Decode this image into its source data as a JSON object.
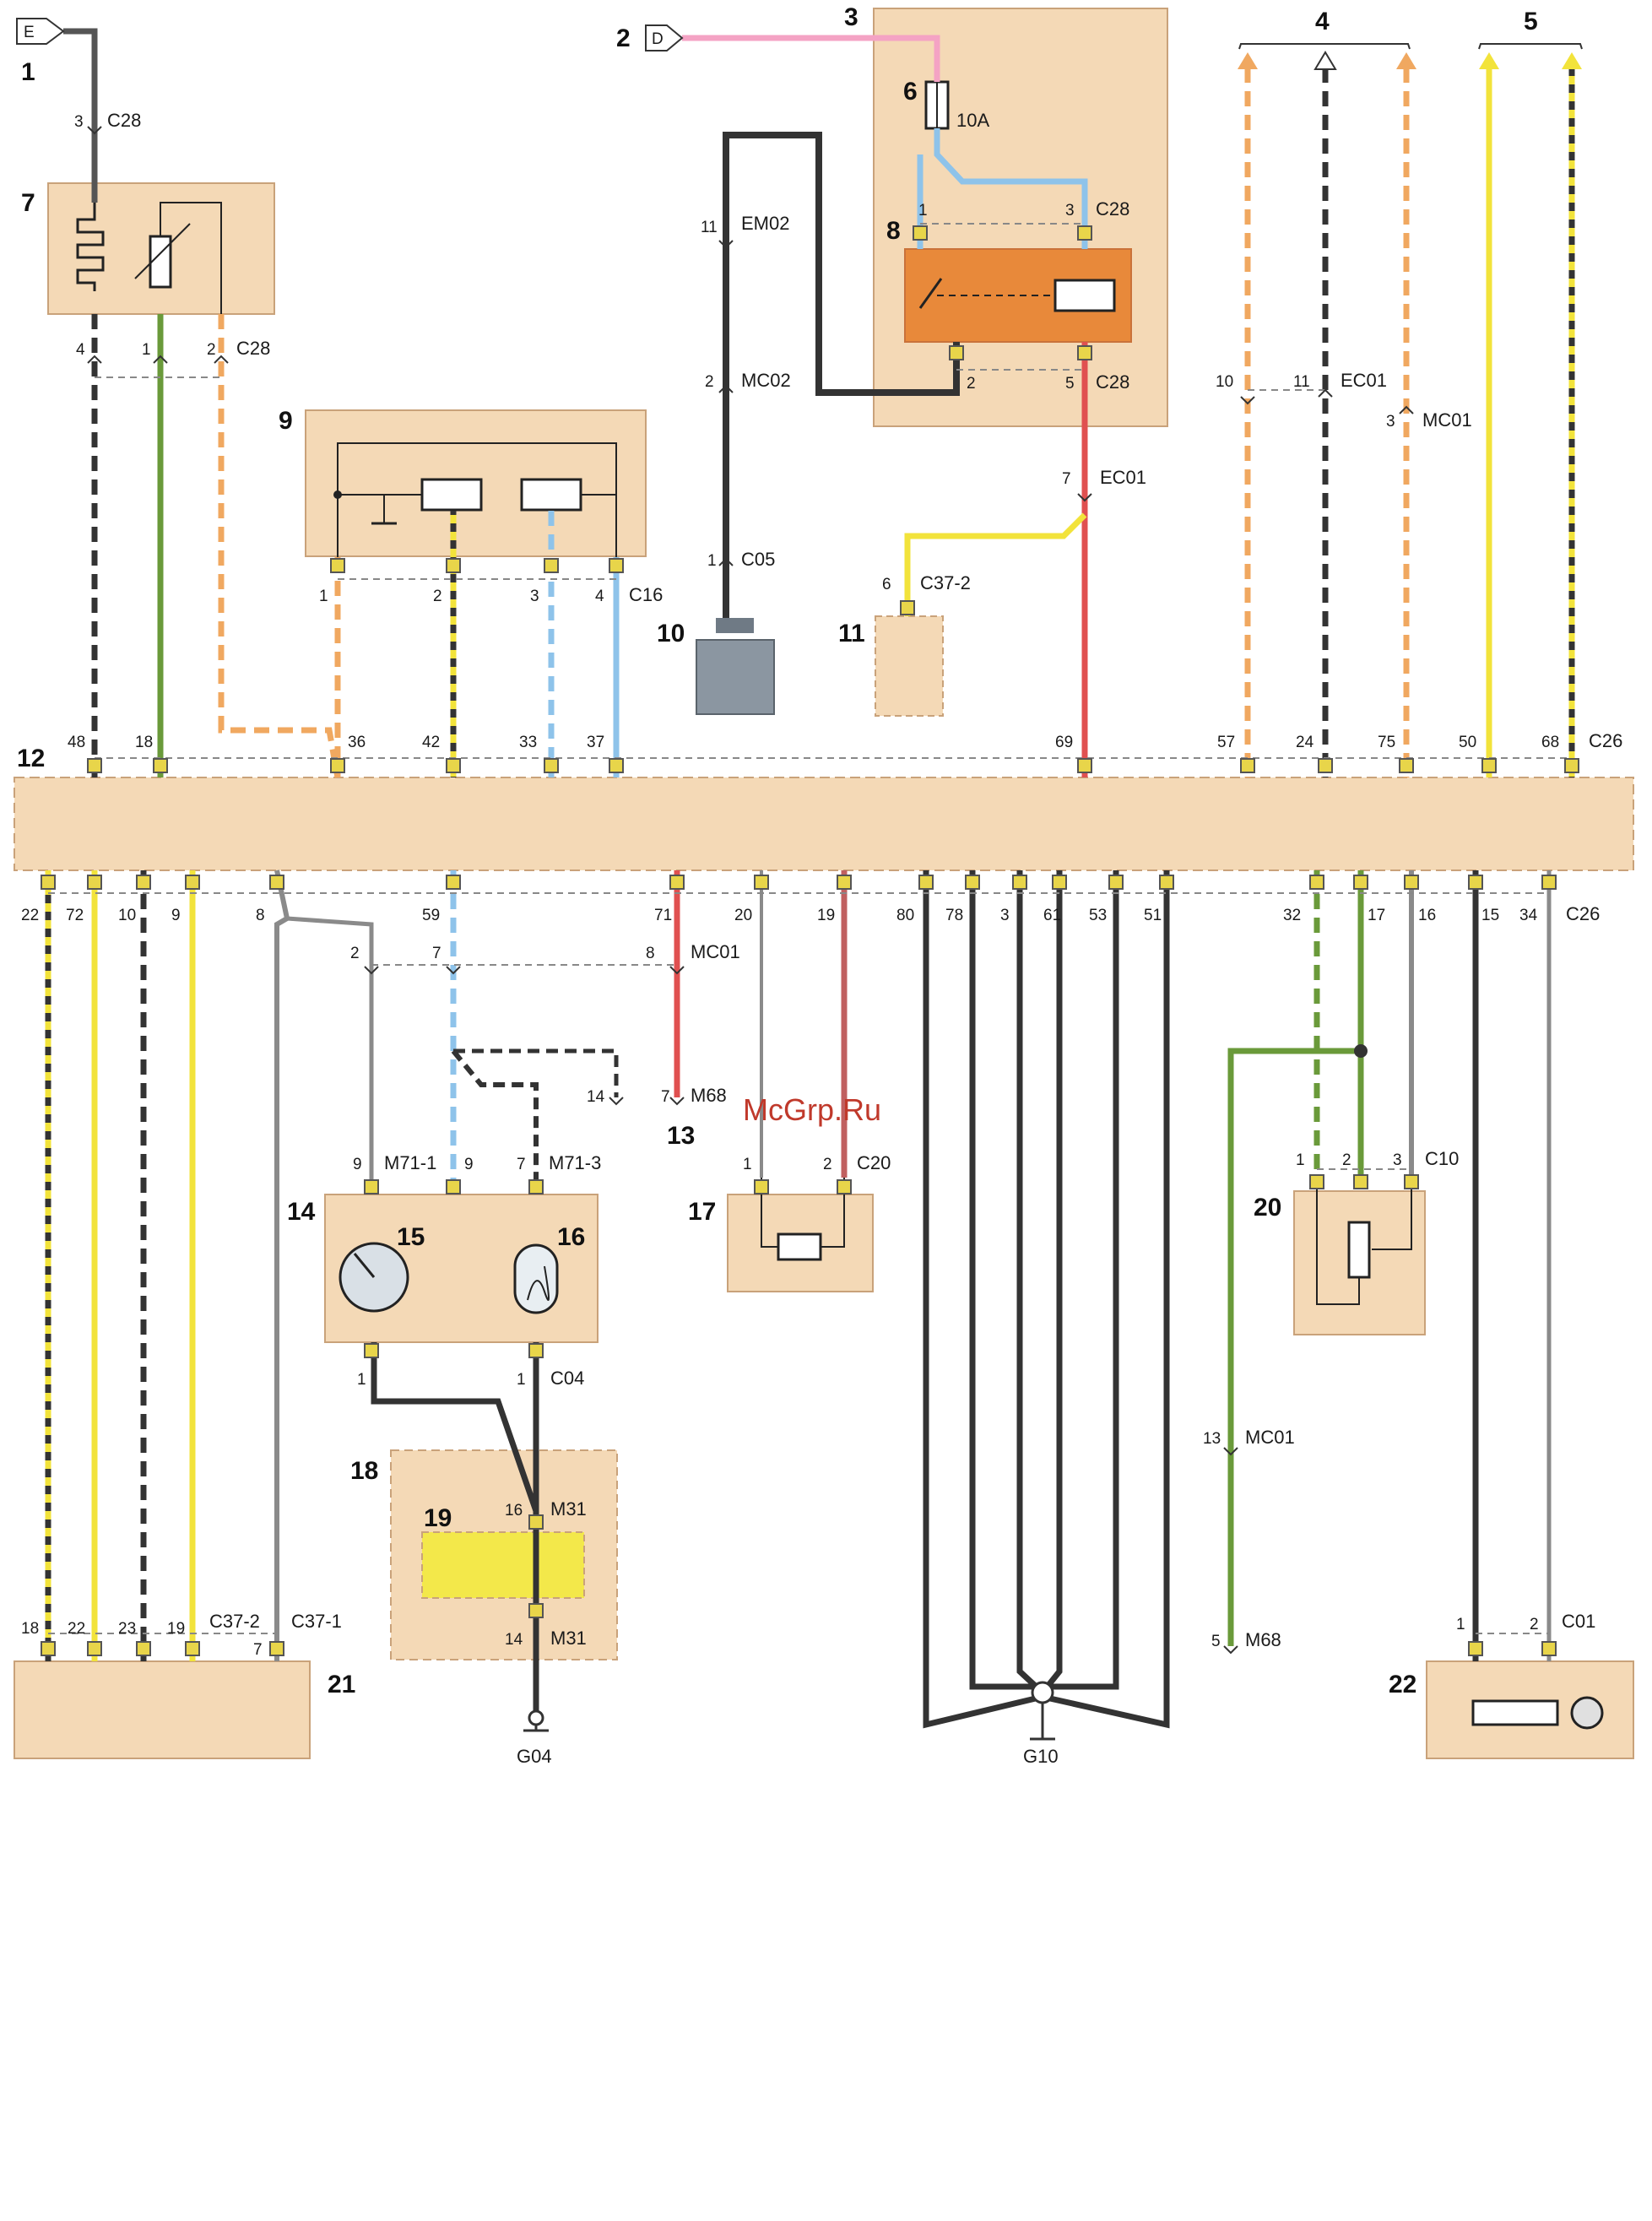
{
  "components": {
    "c1": "1",
    "c2": "2",
    "c3": "3",
    "c4": "4",
    "c5": "5",
    "c6": "6",
    "c7": "7",
    "c8": "8",
    "c9": "9",
    "c10": "10",
    "c11": "11",
    "c12": "12",
    "c13": "13",
    "c14": "14",
    "c15": "15",
    "c16": "16",
    "c17": "17",
    "c18": "18",
    "c19": "19",
    "c20": "20",
    "c21": "21",
    "c22": "22"
  },
  "terminals": {
    "e": "E",
    "d": "D"
  },
  "fuse": {
    "rating": "10A"
  },
  "connectors": {
    "c28": "C28",
    "em02": "EM02",
    "mc02": "MC02",
    "c05": "C05",
    "ec01": "EC01",
    "mc01": "MC01",
    "c37_2": "C37-2",
    "c16": "C16",
    "c26": "C26",
    "m68": "M68",
    "m71_1": "M71-1",
    "m71_3": "M71-3",
    "c20": "C20",
    "c10": "C10",
    "c04": "C04",
    "m31": "M31",
    "c37_1": "C37-1",
    "c01": "C01"
  },
  "grounds": {
    "g04": "G04",
    "g10": "G10"
  },
  "pins": {
    "p_c28_3": "3",
    "p_7_4": "4",
    "p_7_1": "1",
    "p_7_2": "2",
    "p_8_1": "1",
    "p_8_3": "3",
    "p_8_2": "2",
    "p_8_5": "5",
    "p_em02": "11",
    "p_mc02": "2",
    "p_c05": "1",
    "p_ec01_7": "7",
    "p_c37_6": "6",
    "p_4_10": "10",
    "p_4_11": "11",
    "p_4_3": "3",
    "p_9_1": "1",
    "p_9_2": "2",
    "p_9_3": "3",
    "p_9_4": "4",
    "t48": "48",
    "t18": "18",
    "t36": "36",
    "t42": "42",
    "t33": "33",
    "t37": "37",
    "t69": "69",
    "t57": "57",
    "t24": "24",
    "t75": "75",
    "t50": "50",
    "t68": "68",
    "b22": "22",
    "b72": "72",
    "b10": "10",
    "b9": "9",
    "b8": "8",
    "b59": "59",
    "b71": "71",
    "b20": "20",
    "b19": "19",
    "b80": "80",
    "b78": "78",
    "b3": "3",
    "b61": "61",
    "b53": "53",
    "b51": "51",
    "b32": "32",
    "b17": "17",
    "b16": "16",
    "b15": "15",
    "b34": "34",
    "p_mc01_2": "2",
    "p_mc01_7": "7",
    "p_mc01_8": "8",
    "p_m68_14": "14",
    "p_m68_7": "7",
    "p_m71_9a": "9",
    "p_m71_9b": "9",
    "p_m71_7": "7",
    "p_c20_1": "1",
    "p_c20_2": "2",
    "p_c10_1": "1",
    "p_c10_2": "2",
    "p_c10_3": "3",
    "p_c04_1a": "1",
    "p_c04_1b": "1",
    "p_m31_16": "16",
    "p_m31_14": "14",
    "p_mc01_13": "13",
    "p_m68_5": "5",
    "p_21_18": "18",
    "p_21_22": "22",
    "p_21_23": "23",
    "p_21_19": "19",
    "p_21_7": "7",
    "p_c01_1": "1",
    "p_c01_2": "2"
  },
  "watermark": "McGrp.Ru",
  "colors": {
    "box_fill": "#f4d9b6",
    "box_stroke": "#c9a27a",
    "relay_fill": "#e8893a",
    "pink": "#f4a3c4",
    "blue": "#8ec3ea",
    "yellow": "#f2e33b",
    "red": "#e05050",
    "green": "#6a9a3a",
    "orange": "#f0a860",
    "dark": "#333333",
    "grey": "#8a8a8a"
  }
}
